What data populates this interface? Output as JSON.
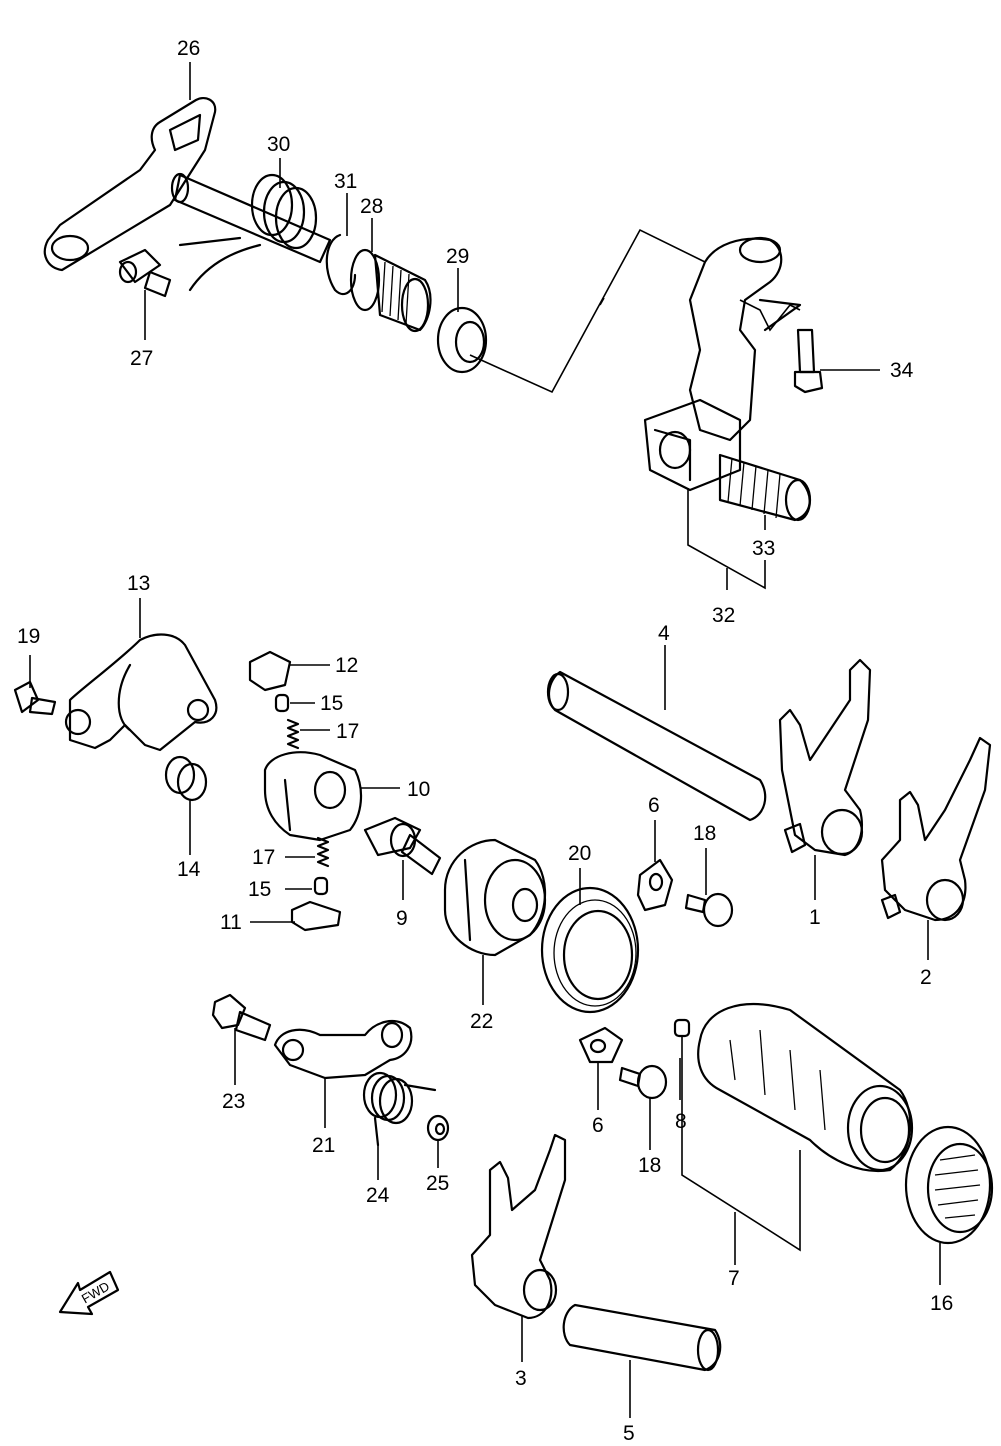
{
  "parts": [
    {
      "id": "p1",
      "number": "1"
    },
    {
      "id": "p2",
      "number": "2"
    },
    {
      "id": "p3",
      "number": "3"
    },
    {
      "id": "p4",
      "number": "4"
    },
    {
      "id": "p5",
      "number": "5"
    },
    {
      "id": "p6a",
      "number": "6"
    },
    {
      "id": "p6b",
      "number": "6"
    },
    {
      "id": "p7",
      "number": "7"
    },
    {
      "id": "p8",
      "number": "8"
    },
    {
      "id": "p9",
      "number": "9"
    },
    {
      "id": "p10",
      "number": "10"
    },
    {
      "id": "p11",
      "number": "11"
    },
    {
      "id": "p12",
      "number": "12"
    },
    {
      "id": "p13",
      "number": "13"
    },
    {
      "id": "p14",
      "number": "14"
    },
    {
      "id": "p15a",
      "number": "15"
    },
    {
      "id": "p15b",
      "number": "15"
    },
    {
      "id": "p16",
      "number": "16"
    },
    {
      "id": "p17a",
      "number": "17"
    },
    {
      "id": "p17b",
      "number": "17"
    },
    {
      "id": "p18a",
      "number": "18"
    },
    {
      "id": "p18b",
      "number": "18"
    },
    {
      "id": "p19",
      "number": "19"
    },
    {
      "id": "p20",
      "number": "20"
    },
    {
      "id": "p21",
      "number": "21"
    },
    {
      "id": "p22",
      "number": "22"
    },
    {
      "id": "p23",
      "number": "23"
    },
    {
      "id": "p24",
      "number": "24"
    },
    {
      "id": "p25",
      "number": "25"
    },
    {
      "id": "p26",
      "number": "26"
    },
    {
      "id": "p27",
      "number": "27"
    },
    {
      "id": "p28",
      "number": "28"
    },
    {
      "id": "p29",
      "number": "29"
    },
    {
      "id": "p30",
      "number": "30"
    },
    {
      "id": "p31",
      "number": "31"
    },
    {
      "id": "p32",
      "number": "32"
    },
    {
      "id": "p33",
      "number": "33"
    },
    {
      "id": "p34",
      "number": "34"
    }
  ],
  "direction_marker": {
    "text": "FWD",
    "icon": "fwd-arrow-icon"
  }
}
